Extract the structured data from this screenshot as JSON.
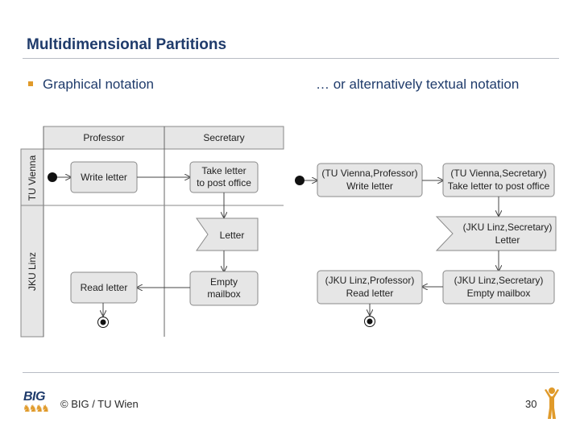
{
  "slide": {
    "title": "Multidimensional Partitions",
    "bullet": "Graphical notation",
    "right_heading": "… or alternatively textual notation"
  },
  "left_diagram": {
    "columns": [
      "Professor",
      "Secretary"
    ],
    "rows": [
      "TU Vienna",
      "JKU Linz"
    ],
    "nodes": {
      "write_letter": "Write letter",
      "take_letter": [
        "Take letter",
        "to post office"
      ],
      "letter": "Letter",
      "empty_mailbox": [
        "Empty",
        "mailbox"
      ],
      "read_letter": "Read letter"
    }
  },
  "right_diagram": {
    "nodes": {
      "write_letter": [
        "(TU Vienna,Professor)",
        "Write letter"
      ],
      "take_letter": [
        "(TU Vienna,Secretary)",
        "Take letter to post office"
      ],
      "letter": [
        "(JKU Linz,Secretary)",
        "Letter"
      ],
      "read_letter": [
        "(JKU Linz,Professor)",
        "Read letter"
      ],
      "empty_mailbox": [
        "(JKU Linz,Secretary)",
        "Empty mailbox"
      ]
    }
  },
  "footer": {
    "copyright": "© BIG / TU Wien",
    "page_number": "30",
    "logo_text": "BIG"
  },
  "colors": {
    "title": "#1f3b6b",
    "bullet": "#e09a2a",
    "node_fill": "#e6e6e6",
    "node_stroke": "#8a8a8a",
    "header_fill": "#e6e6e6"
  }
}
